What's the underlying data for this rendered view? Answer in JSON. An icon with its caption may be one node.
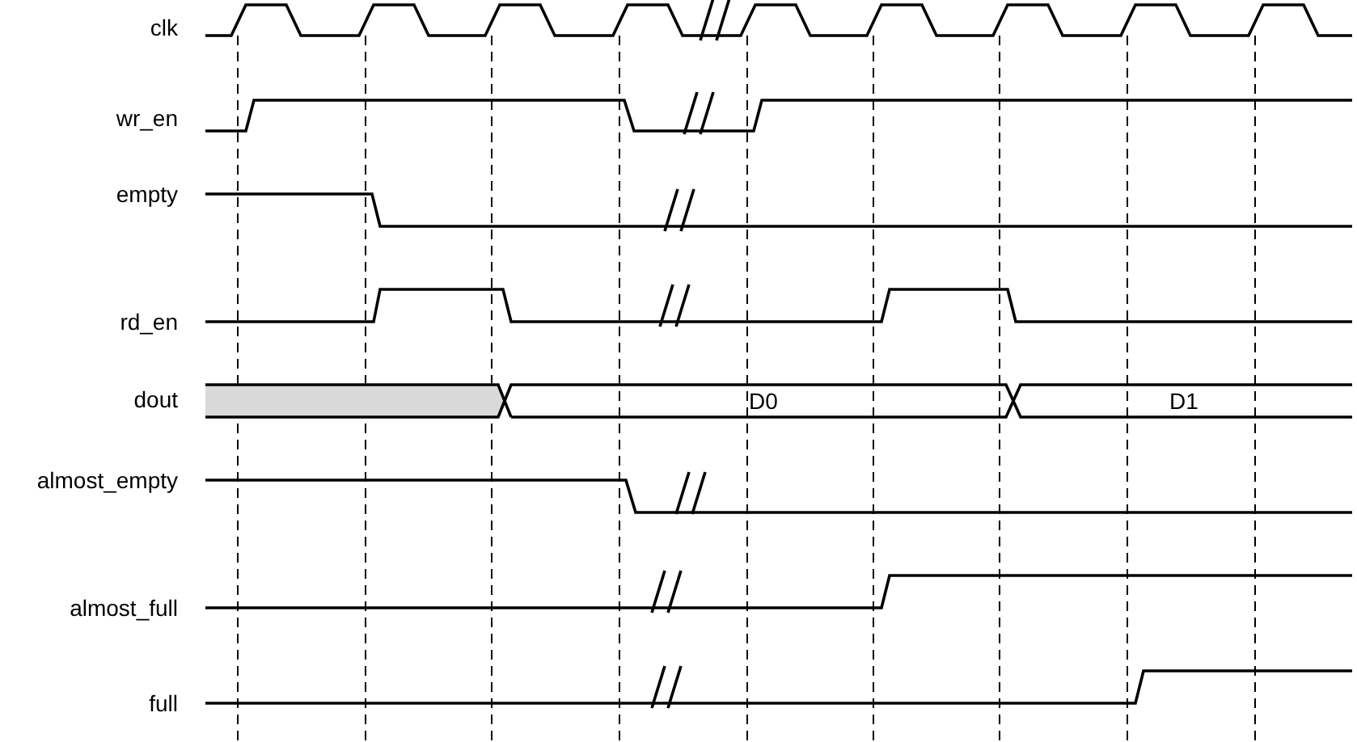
{
  "diagram": {
    "labels": [
      "clk",
      "wr_en",
      "empty",
      "rd_en",
      "dout",
      "D0",
      "D1",
      "almost_empty",
      "almost_full",
      "full"
    ]
  }
}
